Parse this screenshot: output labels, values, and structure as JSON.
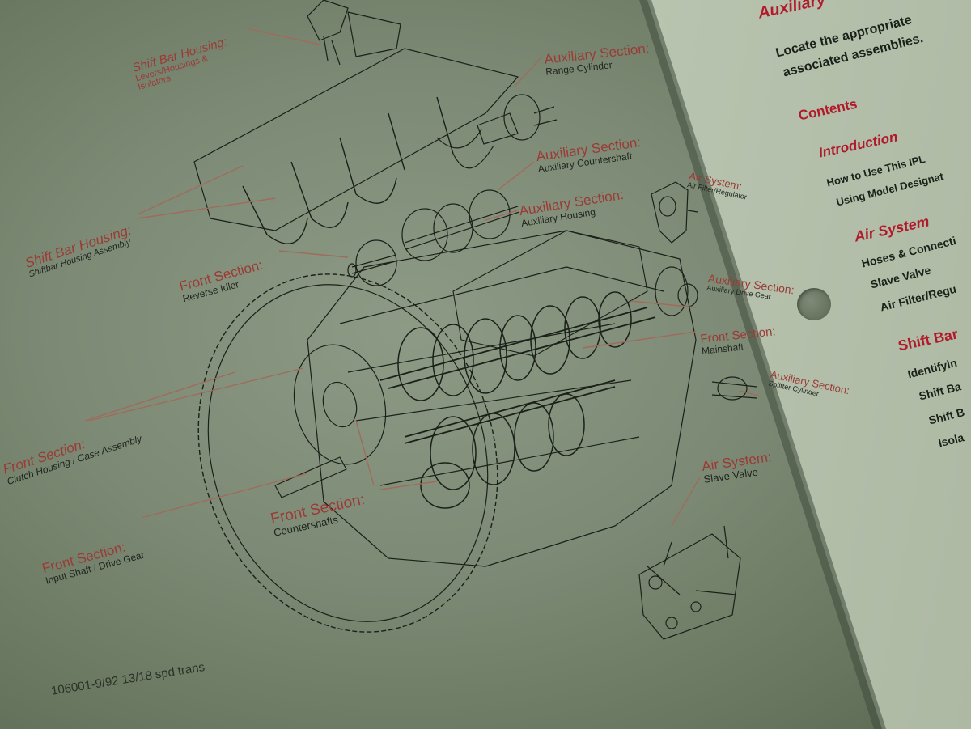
{
  "diagram": {
    "callouts": {
      "shift_bar_housing_top": {
        "head": "Shift Bar Housing:",
        "sub": "Levers/Housings & Isolators"
      },
      "aux_range_cylinder": {
        "head": "Auxiliary Section:",
        "sub": "Range Cylinder"
      },
      "aux_countershaft": {
        "head": "Auxiliary Section:",
        "sub": "Auxiliary Countershaft"
      },
      "air_filter": {
        "head": "Air System:",
        "sub": "Air Filter/Regulator"
      },
      "aux_housing": {
        "head": "Auxiliary Section:",
        "sub": "Auxiliary Housing"
      },
      "shift_bar_housing_assembly": {
        "head": "Shift Bar Housing:",
        "sub": "Shiftbar Housing Assembly"
      },
      "front_reverse_idler": {
        "head": "Front Section:",
        "sub": "Reverse Idler"
      },
      "aux_drive_gear": {
        "head": "Auxiliary Section:",
        "sub": "Auxiliary Drive Gear"
      },
      "front_mainshaft": {
        "head": "Front Section:",
        "sub": "Mainshaft"
      },
      "aux_splitter": {
        "head": "Auxiliary Section:",
        "sub": "Splitter Cylinder"
      },
      "front_clutch_housing": {
        "head": "Front Section:",
        "sub": "Clutch Housing / Case Assembly"
      },
      "front_countershafts": {
        "head": "Front Section:",
        "sub": "Countershafts"
      },
      "air_slave_valve": {
        "head": "Air System:",
        "sub": "Slave Valve"
      },
      "front_input_shaft": {
        "head": "Front Section:",
        "sub": "Input Shaft / Drive Gear"
      }
    },
    "footer_code": "106001-9/92 13/18 spd trans"
  },
  "right_page": {
    "section_heading": "Auxiliary",
    "intro_line_1": "Locate the appropriate",
    "intro_line_2": "associated assemblies.",
    "contents_heading": "Contents",
    "introduction": {
      "heading": "Introduction",
      "items": [
        "How to Use This IPL",
        "Using Model Designat"
      ]
    },
    "air_system": {
      "heading": "Air System",
      "items": [
        "Hoses & Connecti",
        "Slave Valve",
        "Air Filter/Regu"
      ]
    },
    "shift_bar": {
      "heading": "Shift Bar",
      "items": [
        "Identifyin",
        "Shift Ba",
        "Shift B",
        "Isola"
      ]
    }
  },
  "colors": {
    "label_red": "#9b3a35",
    "heading_red": "#b11a2a",
    "ink": "#1f241d",
    "page": "#8d9a85"
  }
}
